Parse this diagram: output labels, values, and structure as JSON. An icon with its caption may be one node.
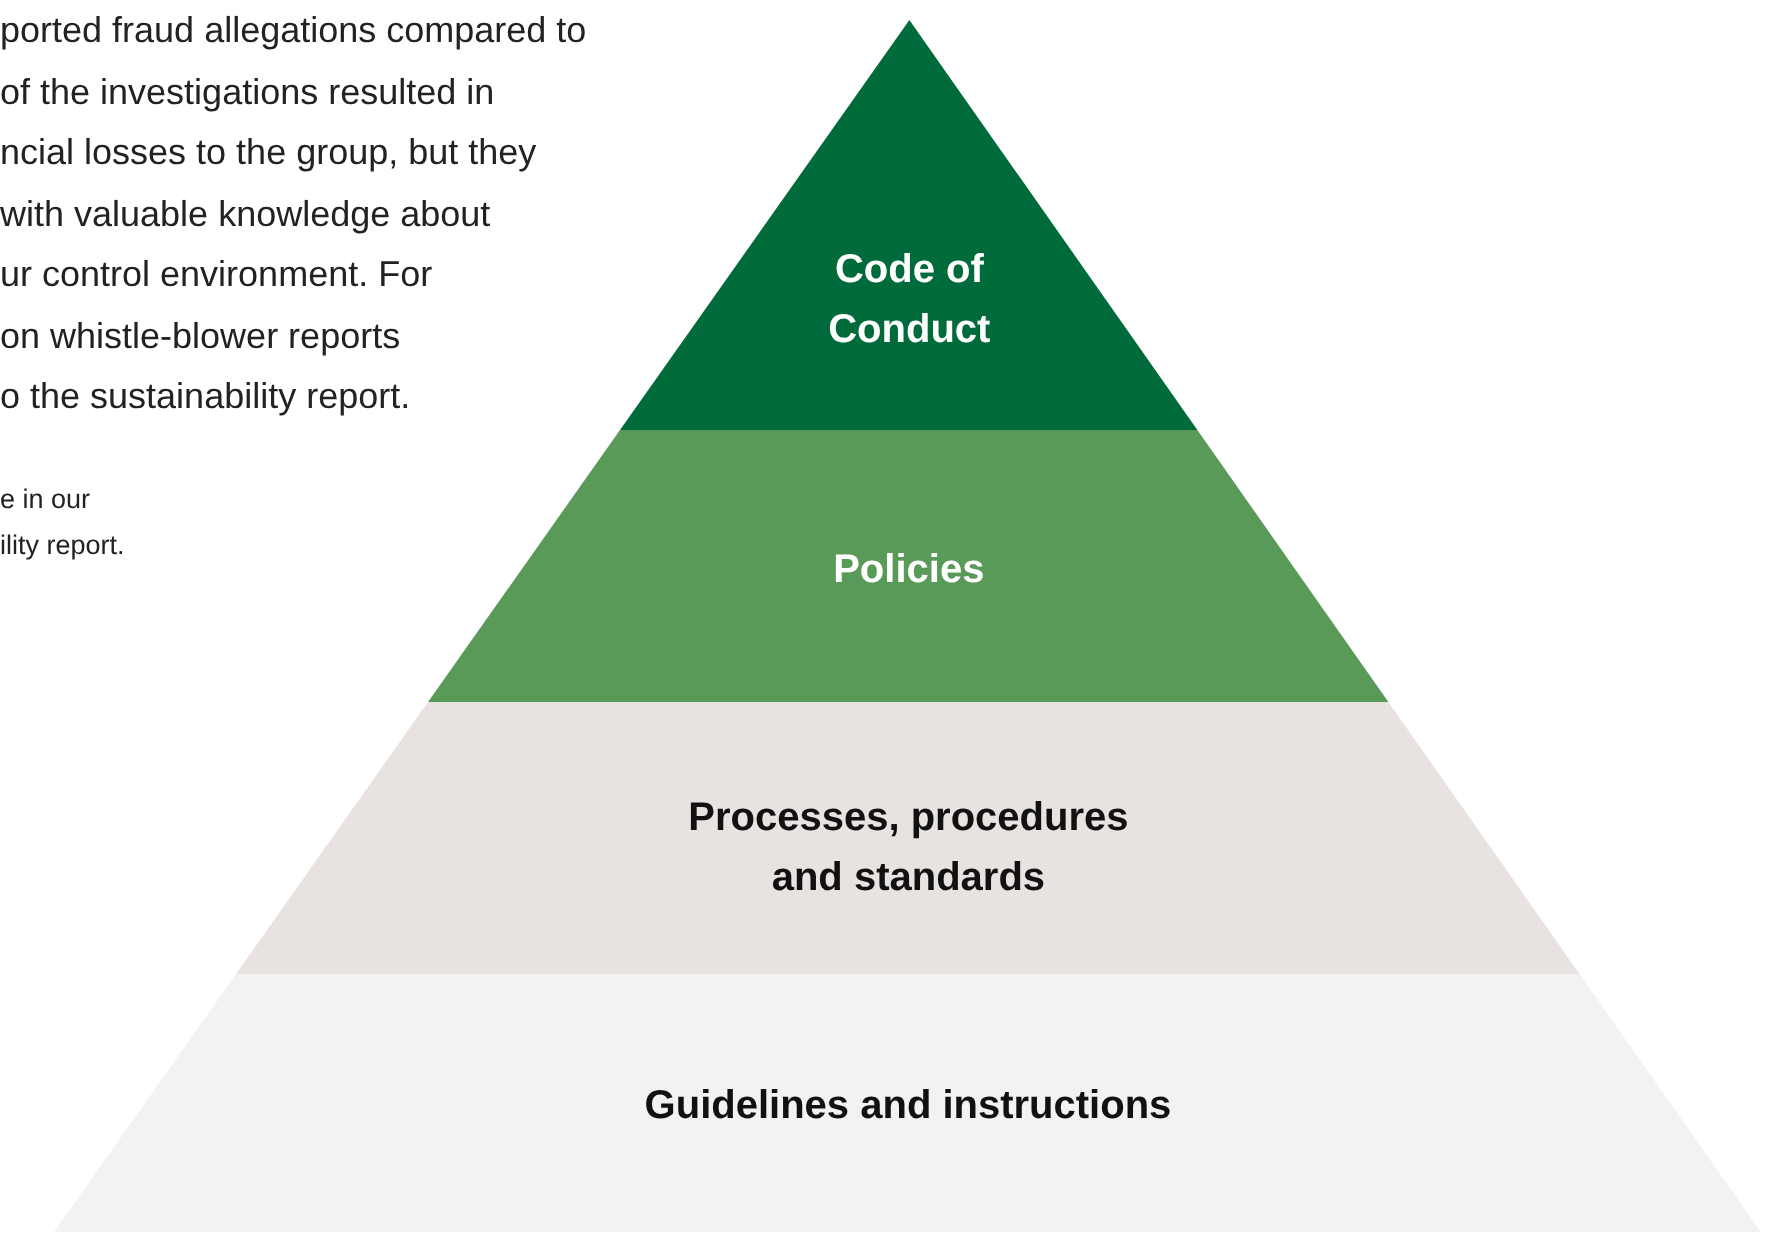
{
  "diagram": {
    "nodes": [
      {
        "text": [
          "Code of Conduct"
        ]
      },
      {
        "text": [
          "Policies"
        ]
      },
      {
        "text": [
          "Processes, procedures and standards"
        ]
      },
      {
        "text": [
          "Guidelines and instructions"
        ]
      }
    ],
    "labels": [
      "ported fraud allegations compared to",
      "of the investigations resulted in",
      "ncial losses to the group, but they",
      "with valuable knowledge about",
      "ur control environment. For",
      "on whistle-blower reports",
      "o the sustainability report.",
      "e in our",
      "ility report."
    ]
  }
}
